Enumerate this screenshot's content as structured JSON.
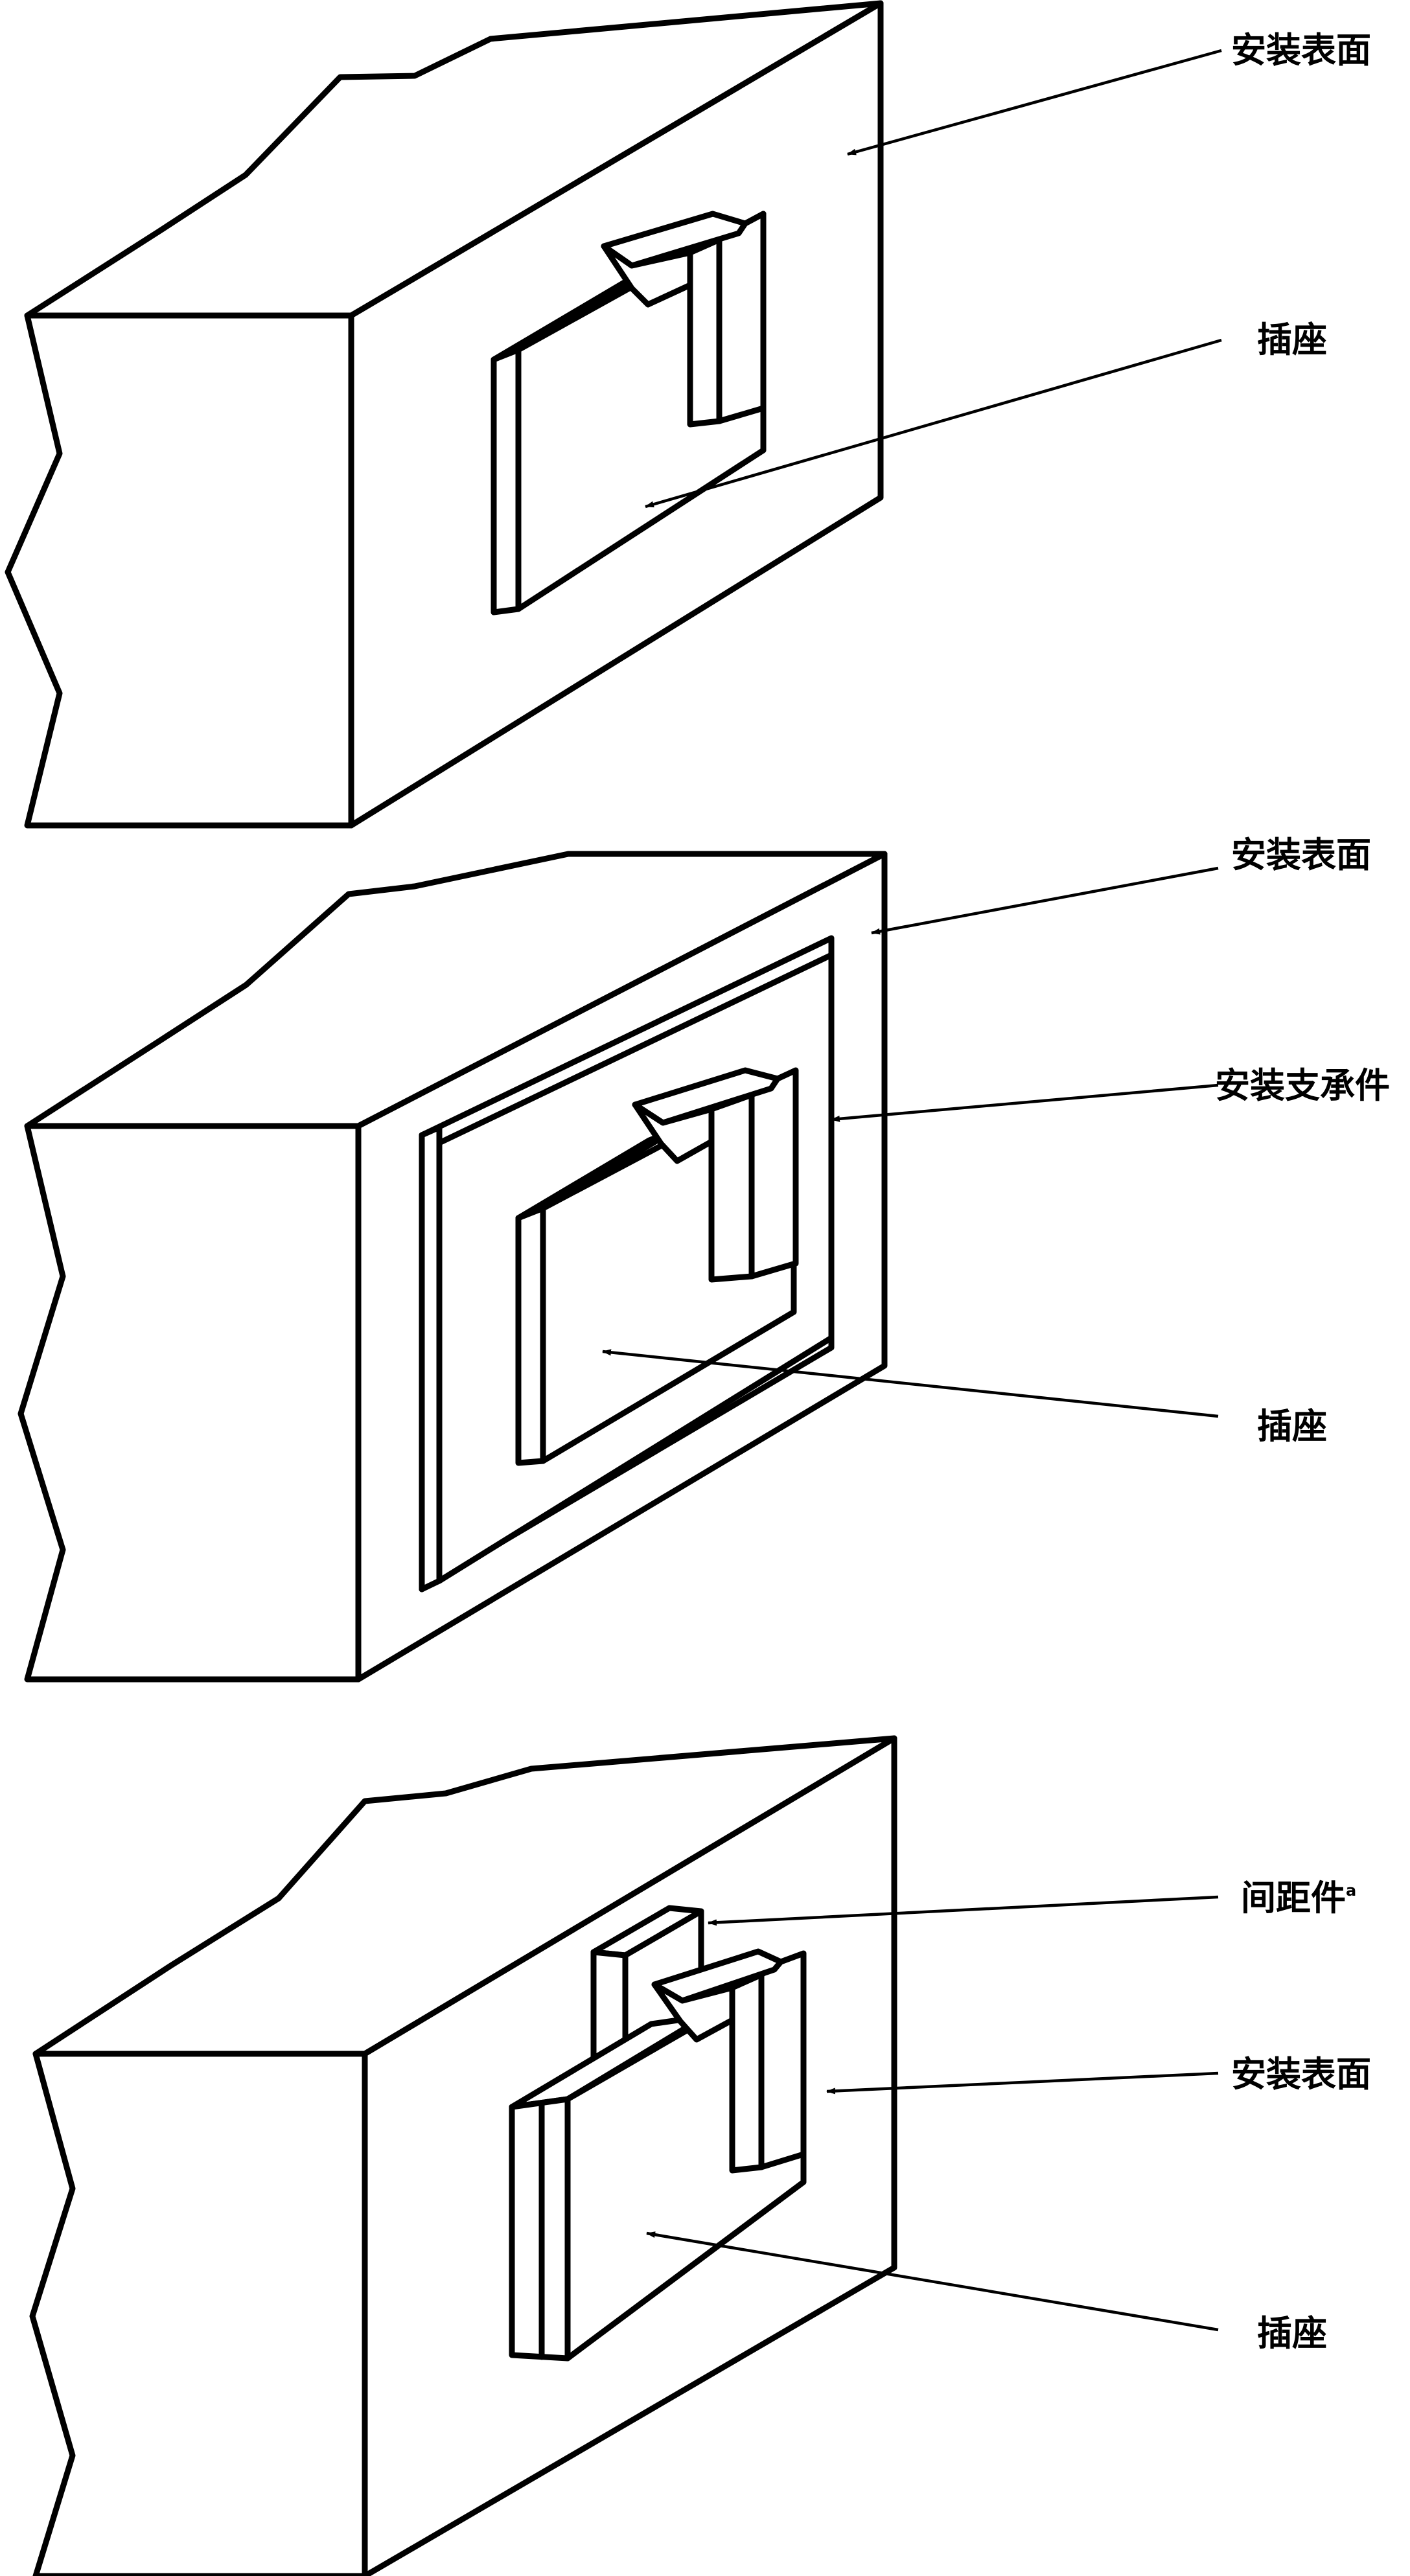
{
  "figures": [
    {
      "id": "direct-mount",
      "labels": {
        "surface": "安装表面",
        "socket": "插座"
      }
    },
    {
      "id": "bracket-mount",
      "labels": {
        "surface": "安装表面",
        "bracket": "安装支承件",
        "socket": "插座"
      }
    },
    {
      "id": "spacer-mount",
      "labels": {
        "spacer": "间距件",
        "spacer_note": "a",
        "surface": "安装表面",
        "socket": "插座"
      }
    }
  ]
}
